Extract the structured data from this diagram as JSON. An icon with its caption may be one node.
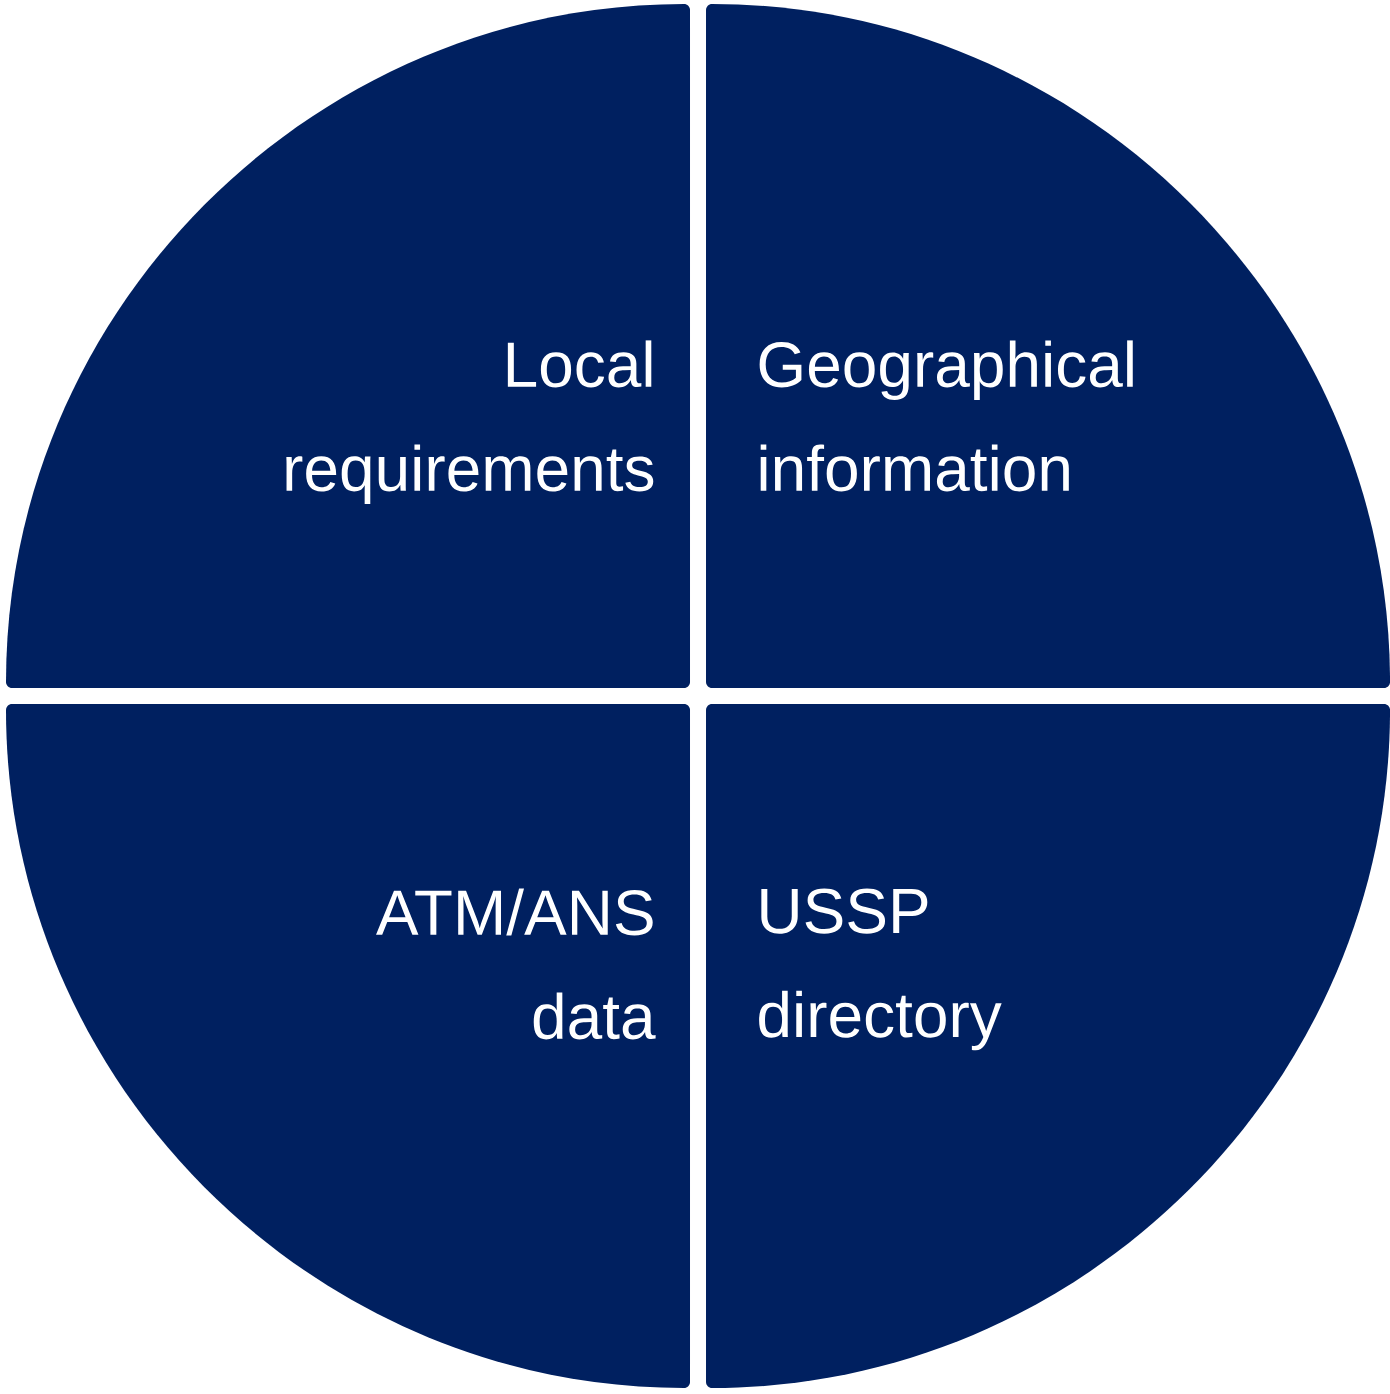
{
  "diagram": {
    "nodes": [
      {
        "text": [
          "Local requirements"
        ]
      },
      {
        "text": [
          "Geographical information"
        ]
      },
      {
        "text": [
          "ATM/ANS data"
        ]
      },
      {
        "text": [
          "USSP directory"
        ]
      }
    ]
  }
}
